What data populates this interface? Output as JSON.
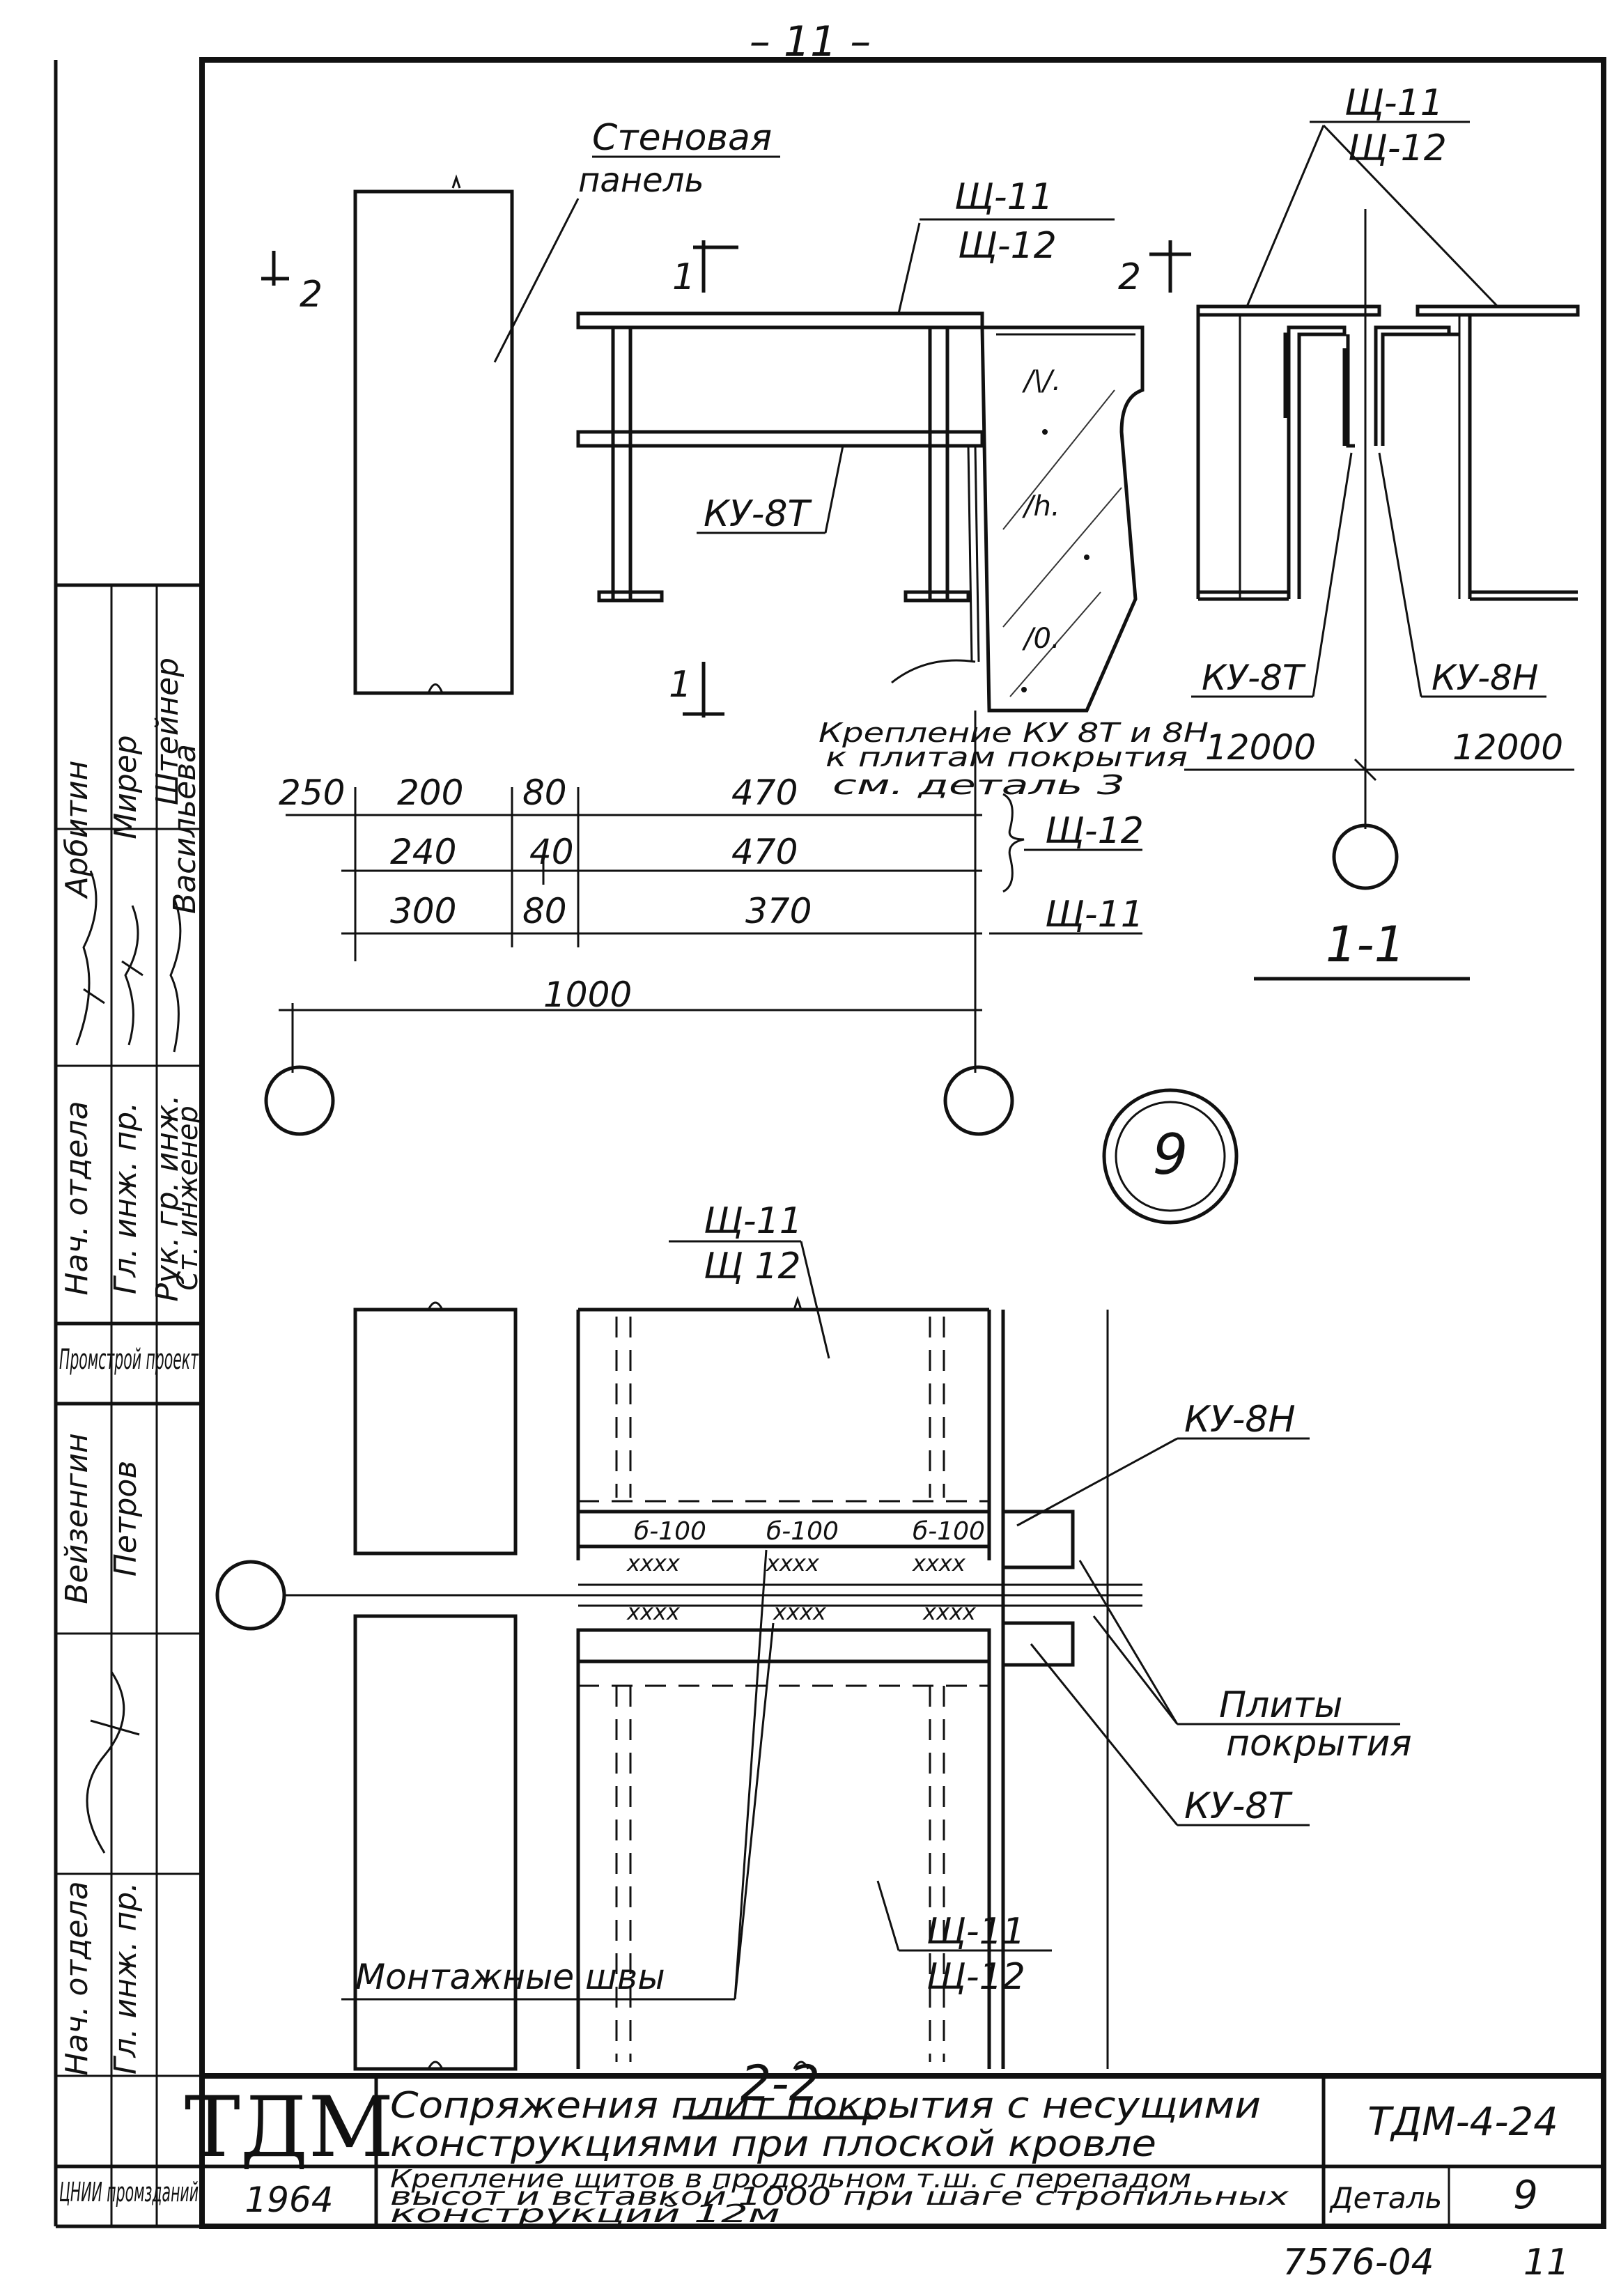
{
  "page_number": "– 11 –",
  "labels": {
    "wall_panel_line1": "Стеновая",
    "wall_panel_line2": "панель",
    "shch11": "Щ-11",
    "shch12": "Щ-12",
    "shch12_nodash": "Щ 12",
    "ku8t": "КУ-8Т",
    "ku8n": "КУ-8Н",
    "cut1": "1",
    "cut2": "2",
    "fastening_line1": "Крепление КУ 8Т и 8Н",
    "fastening_line2": "к плитам покрытия",
    "fastening_line3": "см. деталь 3",
    "detail_number": "9",
    "section_1_1": "1-1",
    "section_2_2": "2-2",
    "span_left": "12000",
    "span_right": "12000",
    "plates_line1": "Плиты",
    "plates_line2": "покрытия",
    "mounting_seams": "Монтажные швы",
    "weld": "б-100"
  },
  "dimensions": {
    "row1": [
      "250",
      "200",
      "80",
      "470"
    ],
    "row2": [
      "240",
      "40",
      "470"
    ],
    "row3": [
      "300",
      "80",
      "370"
    ],
    "total": "1000"
  },
  "sidebar": {
    "roles": [
      "Нач. отдела",
      "Гл. инж. пр.",
      "Рук. гр. инж.",
      "Ст. инженер"
    ],
    "names": [
      "Арбитин",
      "Мирер",
      "Штейнер",
      "Васильева"
    ],
    "org": "Промстрой проект",
    "names2": [
      "Вейзенгин",
      "Петров"
    ],
    "roles3": [
      "Нач. отдела",
      "Гл. инж. пр."
    ],
    "org2": "ЦНИИ промзданий"
  },
  "title_block": {
    "logo": "ТДМ",
    "year": "1964",
    "title_line1": "Сопряжения плит покрытия с несущими",
    "title_line2": "конструкциями при плоской кровле",
    "sub_line1": "Крепление щитов в продольном т.ш. с перепадом",
    "sub_line2": "высот и вставкой 1000 при шаге стропильных",
    "sub_line3": "конструкций 12м",
    "code": "ТДМ-4-24",
    "detail_label": "Деталь",
    "detail_value": "9"
  },
  "footer": {
    "archive_no": "7576-04",
    "sheet": "11"
  }
}
